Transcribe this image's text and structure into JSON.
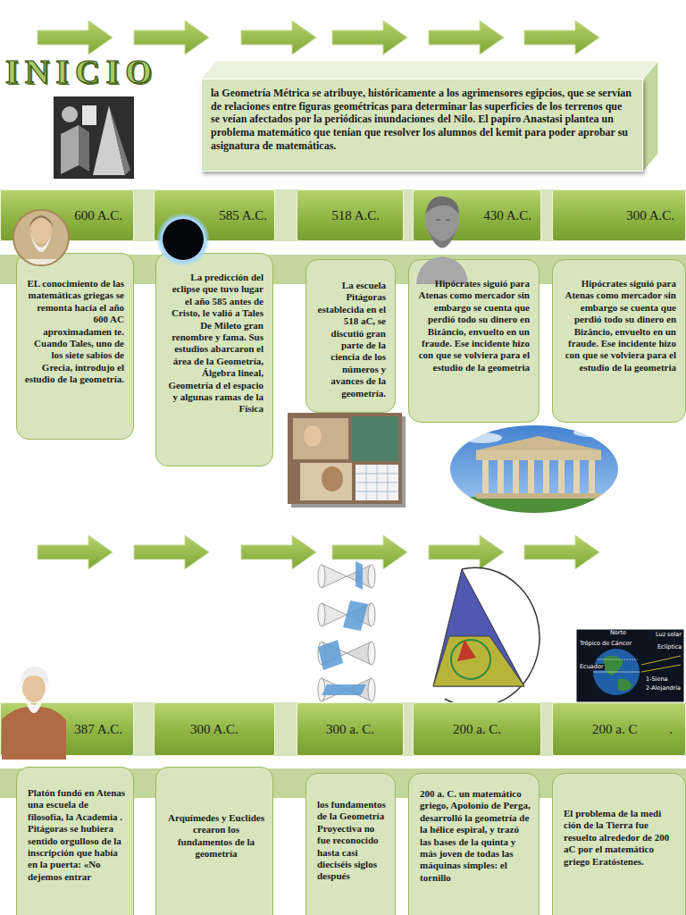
{
  "diagram": {
    "title": "INICIO",
    "nodes": [
      {
        "text": [
          "la Geometría Métrica se atribuye, históricamente a los agrimensores egipcios, que se servían de relaciones entre figuras geométricas para determinar las superficies de los terrenos que se veían afectados por la periódicas inundaciones del Nilo. El papiro Anastasi plantea un problema matemático que tenían que resolver los alumnos del kemit para poder aprobar su asignatura de matemáticas."
        ]
      },
      {
        "text": [
          "600 A.C."
        ]
      },
      {
        "text": [
          "585 A.C."
        ]
      },
      {
        "text": [
          "518 A.C."
        ]
      },
      {
        "text": [
          "430 A.C."
        ]
      },
      {
        "text": [
          "300 A.C."
        ]
      },
      {
        "text": [
          "EL conocimiento de las matemáticas griegas se remonta hacia el año 600 AC aproximadamen te. Cuando Tales, uno de los siete sabios de Grecia, introdujo el estudio de la geometría."
        ]
      },
      {
        "text": [
          "La predicción del eclipse que tuvo lugar el año 585 antes de Cristo, le valió a Tales De Mileto gran renombre y fama. Sus estudios abarcaron el área de la Geometría, Álgebra lineal, Geometría d el espacio y algunas ramas de la Física"
        ]
      },
      {
        "text": [
          "La escuela Pitágoras establecida en el 518 aC, se discutió gran parte de la ciencia de los números y avances de la geometría."
        ]
      },
      {
        "text": [
          "Hipócrates siguió para Atenas como mercador sin embargo se cuenta que perdió todo su dinero en Bizâncio, envuelto en un fraude. Ese incidente hizo con que se volviera para el estudio de la geometria"
        ]
      },
      {
        "text": [
          "Hipócrates siguió para Atenas como mercador sin embargo se cuenta que perdió todo su dinero en Bizâncio, envuelto en un fraude. Ese incidente hizo con que se volviera para el estudio de la geometria"
        ]
      },
      {
        "text": [
          "387 A.C."
        ]
      },
      {
        "text": [
          "300 A.C."
        ]
      },
      {
        "text": [
          "300 a. C."
        ]
      },
      {
        "text": [
          "200 a. C."
        ]
      },
      {
        "text": [
          "200 a. C",
          "."
        ]
      },
      {
        "text": [
          "Platón fundó en Atenas una escuela de filosofía, la Academia . Pitágoras se hubiera sentido orgulloso de la inscripción que había en la puerta: «No dejemos entrar"
        ]
      },
      {
        "text": [
          "Arquímedes y Euclides crearon los fundamentos de la geometría"
        ]
      },
      {
        "text": [
          "los fundamentos de la Geometría Proyectiva no fue reconocido hasta casi dieciséis siglos después"
        ]
      },
      {
        "text": [
          "200 a. C. un matemático griego, Apolonio de Perga, desarrolló la geometría de la hélice espiral, y trazó las bases de la quinta y más joven de todas las máquinas simples: el tornillo"
        ]
      },
      {
        "text": [
          "El problema de la medi ción de la Tierra fue resuelto alrededor de 200 aC por el matemático griego Eratóstenes."
        ]
      }
    ],
    "labels": [
      "Norte",
      "Luz solar",
      "Trópico de Cáncer",
      "Eclíptica",
      "Ecuador",
      "1-Siena",
      "2-Alejandría"
    ]
  }
}
